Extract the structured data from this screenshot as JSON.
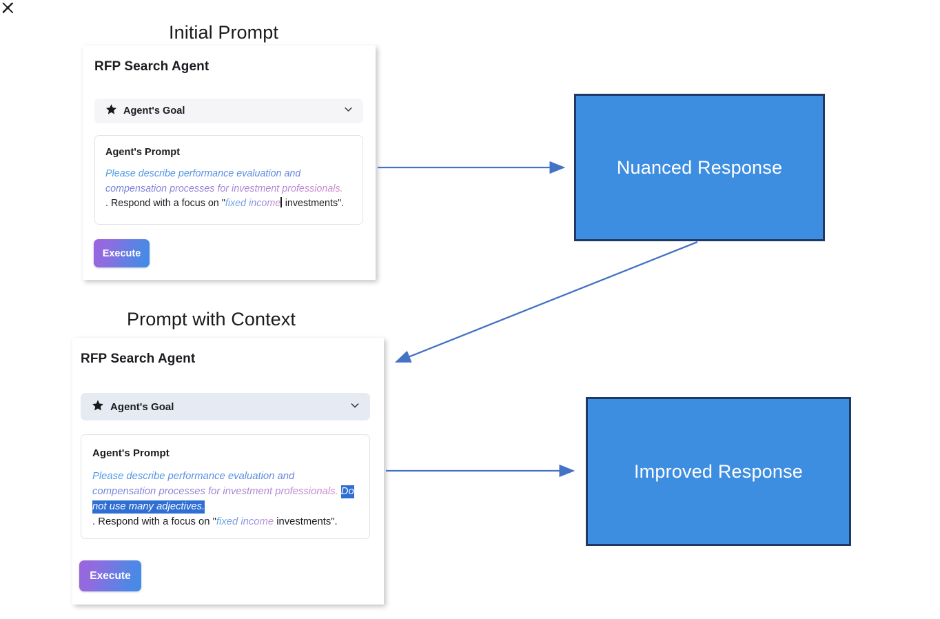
{
  "page": {
    "background": "#ffffff",
    "accent_blue": "#4472c4",
    "response_fill": "#3d8ee0",
    "response_border": "#1f3864",
    "selection_blue": "#2f6fd4"
  },
  "sections": [
    {
      "id": "initial",
      "title": "Initial Prompt",
      "card": {
        "title": "RFP Search Agent",
        "close_label": "×",
        "goal": {
          "label": "Agent's Goal",
          "icon": "star-icon",
          "chevron": "chevron-down-icon",
          "background": "#f5f5f7"
        },
        "prompt": {
          "label": "Agent's Prompt",
          "gradient_line": "Please describe performance evaluation and compensation processes for investment professionals.",
          "selected_text": "",
          "line2_prefix": ". Respond with a focus on \"",
          "line2_highlight": "fixed income",
          "line2_suffix": " investments\".",
          "has_caret": true
        },
        "execute_label": "Execute"
      },
      "response": {
        "label": "Nuanced Response"
      }
    },
    {
      "id": "context",
      "title": "Prompt with Context",
      "card": {
        "title": "RFP Search Agent",
        "close_label": "×",
        "goal": {
          "label": "Agent's Goal",
          "icon": "star-icon",
          "chevron": "chevron-down-icon",
          "background": "#e6eaf2"
        },
        "prompt": {
          "label": "Agent's Prompt",
          "gradient_line": "Please describe performance evaluation and compensation processes for investment professionals. ",
          "selected_text": "Do not use many adjectives.",
          "line2_prefix": ". Respond with a focus on \"",
          "line2_highlight": "fixed income",
          "line2_suffix": " investments\".",
          "has_caret": false
        },
        "execute_label": "Execute"
      },
      "response": {
        "label": "Improved Response"
      }
    }
  ],
  "connectors": [
    {
      "name": "initial-to-nuanced",
      "direction": "right"
    },
    {
      "name": "nuanced-to-context",
      "direction": "down-left"
    },
    {
      "name": "context-to-improved",
      "direction": "right"
    }
  ]
}
